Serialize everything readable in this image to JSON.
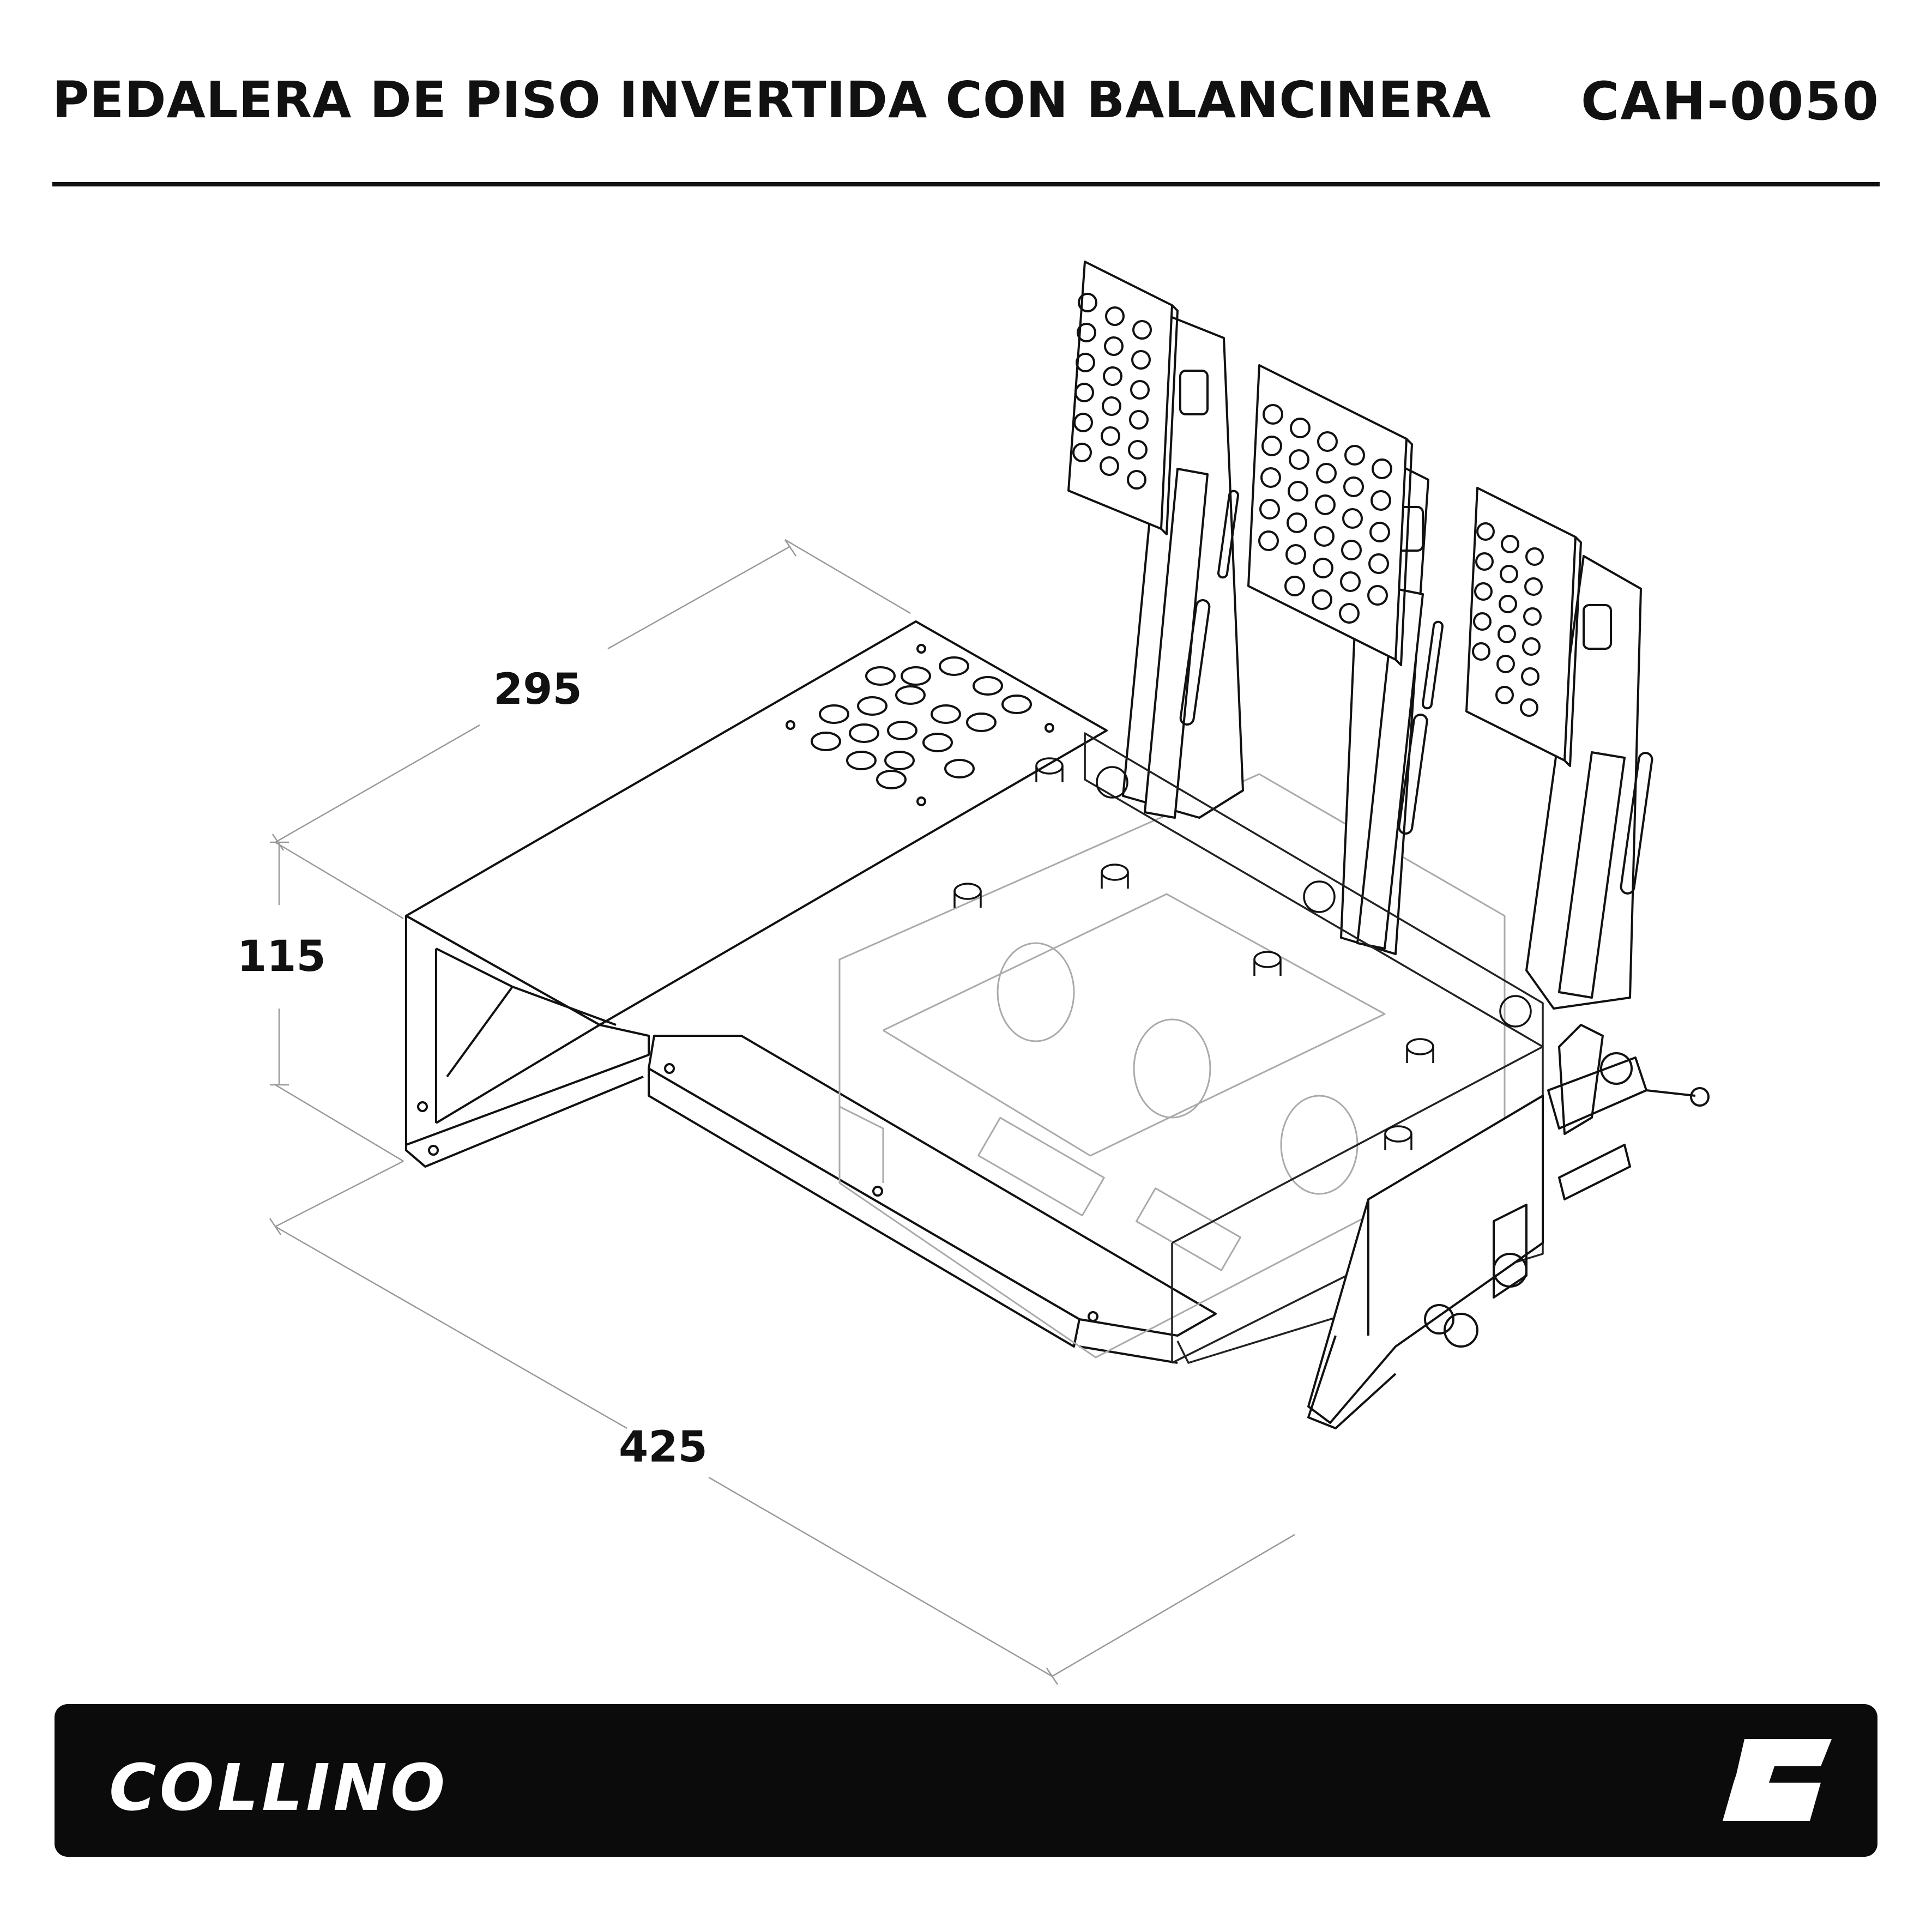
{
  "header": {
    "title": "PEDALERA DE PISO INVERTIDA CON BALANCINERA",
    "code": "CAH-0050"
  },
  "dimensions": {
    "depth": "295",
    "height": "115",
    "width": "425"
  },
  "footer": {
    "brand": "COLLINO",
    "background": "#0b0b0b",
    "logo_icon": "collino-c-logo-icon"
  }
}
